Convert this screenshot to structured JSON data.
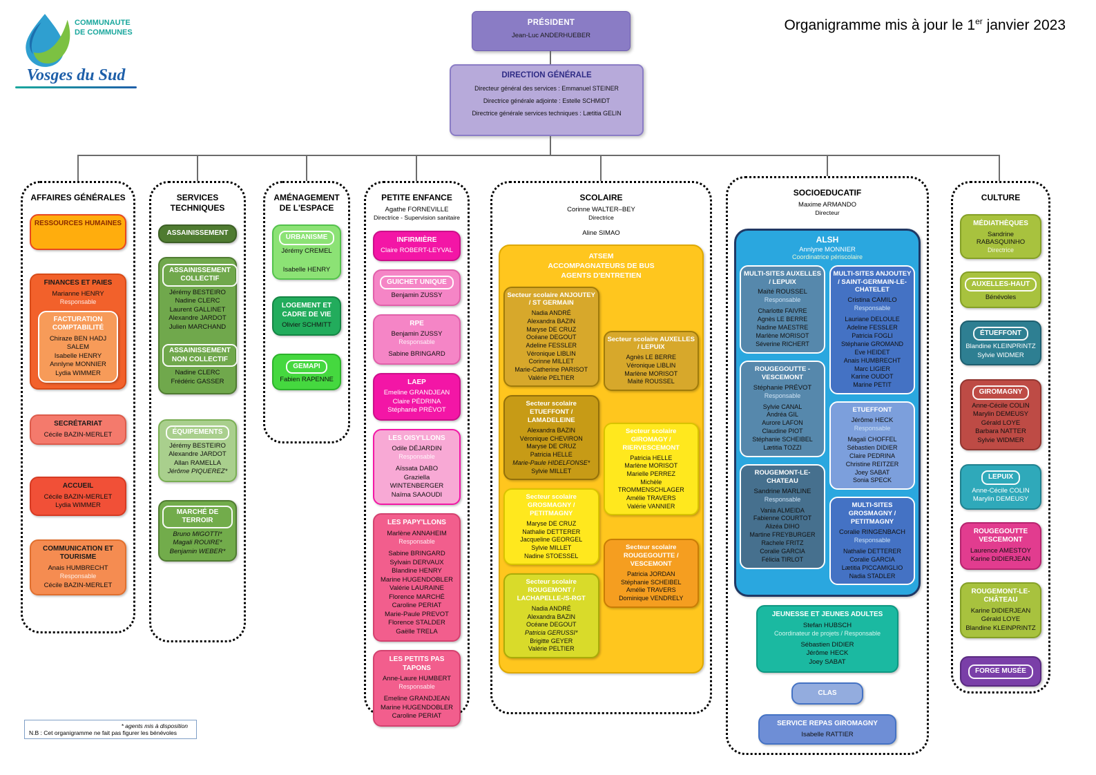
{
  "meta": {
    "update_prefix": "Organigramme mis à jour le 1",
    "update_sup": "er",
    "update_suffix": " janvier 2023"
  },
  "logo": {
    "line1": "COMMUNAUTE",
    "line2": "DE COMMUNES",
    "name": "Vosges du Sud"
  },
  "president": {
    "title": "PRÉSIDENT",
    "name": "Jean-Luc ANDERHUEBER"
  },
  "direction": {
    "title": "DIRECTION GÉNÉRALE",
    "lines": [
      "Directeur général des services : Emmanuel STEINER",
      "Directrice générale adjointe : Estelle SCHMIDT",
      "Directrice générale services techniques : Lætitia GELIN"
    ]
  },
  "affaires": {
    "title": "AFFAIRES GÉNÉRALES",
    "rh": {
      "title": "RESSOURCES HUMAINES"
    },
    "finances": {
      "title": "FINANCES ET PAIES",
      "lead": "Marianne HENRY",
      "role": "Responsable"
    },
    "facturation": {
      "title": "FACTURATION COMPTABILITÉ",
      "names": [
        "Chiraze BEN HADJ SALEM",
        "Isabelle HENRY",
        "Annlyne MONNIER",
        "Lydia WIMMER"
      ]
    },
    "secretariat": {
      "title": "SECRÉTARIAT",
      "names": [
        "Cécile BAZIN-MERLET"
      ]
    },
    "accueil": {
      "title": "ACCUEIL",
      "names": [
        "Cécile BAZIN-MERLET",
        "Lydia WIMMER"
      ]
    },
    "communication": {
      "title": "COMMUNICATION ET TOURISME",
      "lead": "Anais HUMBRECHT",
      "role": "Responsable",
      "names": [
        "Cécile BAZIN-MERLET"
      ]
    }
  },
  "services": {
    "title": "SERVICES TECHNIQUES",
    "assainissement": {
      "title": "ASSAINISSEMENT"
    },
    "collectif": {
      "title": "ASSAINISSEMENT COLLECTIF",
      "names": [
        "Jérémy BESTEIRO",
        "Nadine CLERC",
        "Laurent GALLINET",
        "Alexandre JARDOT",
        "Julien MARCHAND"
      ]
    },
    "non_collectif": {
      "title": "ASSAINISSEMENT NON COLLECTIF",
      "names": [
        "Nadine CLERC",
        "Frédéric GASSER"
      ]
    },
    "equipements": {
      "title": "ÉQUIPEMENTS",
      "names": [
        "Jérémy BESTEIRO",
        "Alexandre JARDOT",
        "Allan RAMELLA"
      ],
      "names_starred": [
        "Jérôme PIQUEREZ*"
      ]
    },
    "marche": {
      "title": "MARCHÉ DE TERROIR",
      "names_starred": [
        "Bruno MIGOTTI*",
        "Magali ROUIRE*",
        "Benjamin WEBER*"
      ]
    }
  },
  "amenagement": {
    "title": "AMÉNAGEMENT DE L'ESPACE",
    "urbanisme": {
      "title": "URBANISME",
      "lead": "Jérémy CREMEL",
      "names": [
        "Isabelle HENRY"
      ]
    },
    "logement": {
      "title": "LOGEMENT ET CADRE DE VIE",
      "names": [
        "Olivier SCHMITT"
      ]
    },
    "gemapi": {
      "title": "GEMAPI",
      "names": [
        "Fabien RAPENNE"
      ]
    }
  },
  "petite_enfance": {
    "title": "PETITE ENFANCE",
    "lead": "Agathe FORNEVILLE",
    "lead_role": "Directrice - Supervision sanitaire",
    "infirmiere": {
      "title": "INFIRMIÈRE",
      "names": [
        "Claire ROBERT-LEYVAL"
      ]
    },
    "guichet": {
      "title": "GUICHET UNIQUE",
      "names": [
        "Benjamin ZUSSY"
      ]
    },
    "rpe": {
      "title": "RPE",
      "lead": "Benjamin ZUSSY",
      "role": "Responsable",
      "names": [
        "Sabine BRINGARD"
      ]
    },
    "laep": {
      "title": "LAEP",
      "names": [
        "Emeline GRANDJEAN",
        "Claire PÉDRINA",
        "Stéphanie PRÉVOT"
      ]
    },
    "oisyllons": {
      "title": "LES OISY'LLONS",
      "lead": "Odile DÉJARDIN",
      "role": "Responsable",
      "names": [
        "Aïssata DABO",
        "Graziella WINTENBERGER",
        "Naïma SAAOUDI"
      ]
    },
    "papyllons": {
      "title": "LES PAPY'LLONS",
      "lead": "Marlène ANNAHEIM",
      "role": "Responsable",
      "names": [
        "Sabine BRINGARD",
        "Sylvain DERVAUX",
        "Blandine HENRY",
        "Marine HUGENDOBLER",
        "Valérie LAURAINE",
        "Florence MARCHÉ",
        "Caroline PERIAT",
        "Marie-Paule PREVOT",
        "Florence STALDER",
        "Gaëlle TRELA"
      ]
    },
    "petits_pas": {
      "title": "LES PETITS PAS TAPONS",
      "lead": "Anne-Laure HUMBERT",
      "role": "Responsable",
      "names": [
        "Emeline GRANDJEAN",
        "Marine HUGENDOBLER",
        "Caroline PERIAT"
      ]
    }
  },
  "scolaire": {
    "title": "SCOLAIRE",
    "lead": "Corinne WALTER–BEY",
    "lead_role": "Directrice",
    "second": "Aline SIMAO",
    "group_title": [
      "ATSEM",
      "ACCOMPAGNATEURS DE BUS",
      "AGENTS D'ENTRETIEN"
    ],
    "anjoutey": {
      "title": "Secteur scolaire ANJOUTEY / ST GERMAIN",
      "names": [
        "Nadia ANDRÉ",
        "Alexandra BAZIN",
        "Maryse DE CRUZ",
        "Océane DEGOUT",
        "Adeline FESSLER",
        "Véronique LIBLIN",
        "Corinne MILLET",
        "Marie-Catherine PARISOT",
        "Valérie PELTIER"
      ]
    },
    "etueffont_lamadeleine": {
      "title": "Secteur scolaire ETUEFFONT / LAMADELEINE",
      "names": [
        "Alexandra BAZIN",
        "Véronique CHEVIRON",
        "Maryse DE CRUZ",
        "Patricia HELLE"
      ],
      "names_starred": [
        "Marie-Paule HIDELFONSE*"
      ],
      "names_after": [
        "Sylvie MILLET"
      ]
    },
    "grosmagny": {
      "title": "Secteur scolaire GROSMAGNY / PETITMAGNY",
      "names": [
        "Maryse DE CRUZ",
        "Nathalie DETTERER",
        "Jacqueline GEORGEL",
        "Sylvie MILLET",
        "Nadine STOESSEL"
      ]
    },
    "rougemont": {
      "title": "Secteur scolaire ROUGEMONT / LACHAPELLE-/S-RGT",
      "names": [
        "Nadia ANDRÉ",
        "Alexandra BAZIN",
        "Océane DEGOUT"
      ],
      "names_starred": [
        "Patricia GERUSSI*"
      ],
      "names_after": [
        "Brigitte GEYER",
        "Valérie PELTIER"
      ]
    },
    "auxelles": {
      "title": "Secteur scolaire AUXELLES / LEPUIX",
      "names": [
        "Agnès LE BERRE",
        "Véronique LIBLIN",
        "Marlène MORISOT",
        "Maïté ROUSSEL"
      ]
    },
    "giromagny": {
      "title": "Secteur scolaire GIROMAGY / RIERVESCEMONT",
      "names": [
        "Patricia HELLE",
        "Marlène MORISOT",
        "Marielle PERREZ",
        "Michèle TROMMENSCHLAGER",
        "Amélie TRAVERS",
        "Valérie VANNIER"
      ]
    },
    "rougegoutte": {
      "title": "Secteur scolaire ROUGEGOUTTE / VESCEMONT",
      "names": [
        "Patricia JORDAN",
        "Stéphanie SCHEIBEL",
        "Amélie TRAVERS",
        "Dominique VENDRELY"
      ]
    }
  },
  "socioeducatif": {
    "title": "SOCIOEDUCATIF",
    "lead": "Maxime ARMANDO",
    "lead_role": "Directeur",
    "alsh": {
      "title": "ALSH",
      "lead": "Annlyne MONNIER",
      "role": "Coordinatrice périscolaire"
    },
    "auxelles_lepuix": {
      "title": "MULTI-SITES AUXELLES / LEPUIX",
      "lead": "Maïté ROUSSEL",
      "role": "Responsable",
      "names": [
        "Charlotte FAIVRE",
        "Agnès LE BERRE",
        "Nadine MAESTRE",
        "Marlène MORISOT",
        "Séverine RICHERT"
      ]
    },
    "anjoutey_sgc": {
      "title": "MULTI-SITES ANJOUTEY / SAINT-GERMAIN-LE-CHATELET",
      "lead": "Cristina CAMILO",
      "role": "Responsable",
      "names": [
        "Lauriane DELOULE",
        "Adeline FESSLER",
        "Patricia FOGLI",
        "Stéphanie GROMAND",
        "Eve HEIDET",
        "Anais HUMBRECHT",
        "Marc LIGIER",
        "Karine OUDOT",
        "Marine PETIT"
      ]
    },
    "rougegoutte_vescemont": {
      "title": "ROUGEGOUTTE - VESCEMONT",
      "lead": "Stéphanie PRÉVOT",
      "role": "Responsable",
      "names": [
        "Sylvie CANAL",
        "Andréa GIL",
        "Aurore LAFON",
        "Claudine PIOT",
        "Stéphanie SCHEIBEL",
        "Lætitia TOZZI"
      ]
    },
    "etueffont": {
      "title": "ETUEFFONT",
      "lead": "Jérôme HECK",
      "role": "Responsable",
      "names": [
        "Magali CHOFFEL",
        "Sébastien DIDIER",
        "Claire PEDRINA",
        "Christine REITZER",
        "Joey SABAT",
        "Sonia SPECK"
      ]
    },
    "rougemont_le_chateau": {
      "title": "ROUGEMONT-LE-CHATEAU",
      "lead": "Sandrine MARLINE",
      "role": "Responsable",
      "names": [
        "Vania ALMEIDA",
        "Fabienne COURTOT",
        "Alizéa DIHO",
        "Martine FREYBURGER",
        "Rachele FRITZ",
        "Coralie GARCIA",
        "Félicia TIRLOT"
      ]
    },
    "grosmagny_petitmagny": {
      "title": "MULTI-SITES GROSMAGNY / PETITMAGNY",
      "lead": "Coralie RINGENBACH",
      "role": "Responsable",
      "names": [
        "Nathalie DETTERER",
        "Coralie GARCIA",
        "Lætitia PICCAMIGLIO",
        "Nadia STADLER"
      ]
    },
    "jeunesse": {
      "title": "JEUNESSE ET JEUNES ADULTES",
      "lead": "Stefan HUBSCH",
      "role": "Coordinateur de projets / Responsable",
      "names": [
        "Sébastien DIDIER",
        "Jérôme HECK",
        "Joey SABAT"
      ]
    },
    "clas": {
      "title": "CLAS"
    },
    "repas": {
      "title": "SERVICE REPAS GIROMAGNY",
      "names": [
        "Isabelle RATTIER"
      ]
    }
  },
  "culture": {
    "title": "CULTURE",
    "mediatheques": {
      "title": "MÉDIATHÈQUES",
      "lead": "Sandrine RABASQUINHO",
      "role": "Directrice"
    },
    "auxelles_haut": {
      "title": "AUXELLES-HAUT",
      "names": [
        "Bénévoles"
      ]
    },
    "etueffont": {
      "title": "ÉTUEFFONT",
      "names": [
        "Blandine KLEINPRINTZ",
        "Sylvie WIDMER"
      ]
    },
    "giromagny": {
      "title": "GIROMAGNY",
      "names": [
        "Anne-Cécile COLIN",
        "Marylin DEMEUSY",
        "Gérald LOYE",
        "Barbara NATTER",
        "Sylvie WIDMER"
      ]
    },
    "lepuix": {
      "title": "LEPUIX",
      "names": [
        "Anne-Cécile COLIN",
        "Marylin DEMEUSY"
      ]
    },
    "rougegoutte_vescemont": {
      "title": "ROUGEGOUTTE VESCEMONT",
      "names": [
        "Laurence AMESTOY",
        "Karine DIDIERJEAN"
      ]
    },
    "rougemont_le_chateau": {
      "title": "ROUGEMONT-LE-CHÂTEAU",
      "names": [
        "Karine DIDIERJEAN",
        "Gérald LOYE",
        "Blandine KLEINPRINTZ"
      ]
    },
    "forge": {
      "title": "FORGE MUSÉE"
    }
  },
  "footnote": {
    "line1": "* agents mis à disposition",
    "line2": "N.B : Cet organigramme ne fait pas figurer les bénévoles"
  },
  "colors": {
    "president_purple": "#8A7CC5",
    "direction_purple": "#B7AADA",
    "affaires_orange": "#F2612B",
    "services_green": "#70A84C",
    "petite_enfance_pink": "#F316A6",
    "scolaire_yellow": "#FFC61E",
    "socioeducatif_blue": "#2AA7DF",
    "culture_green": "#A8C23E"
  }
}
